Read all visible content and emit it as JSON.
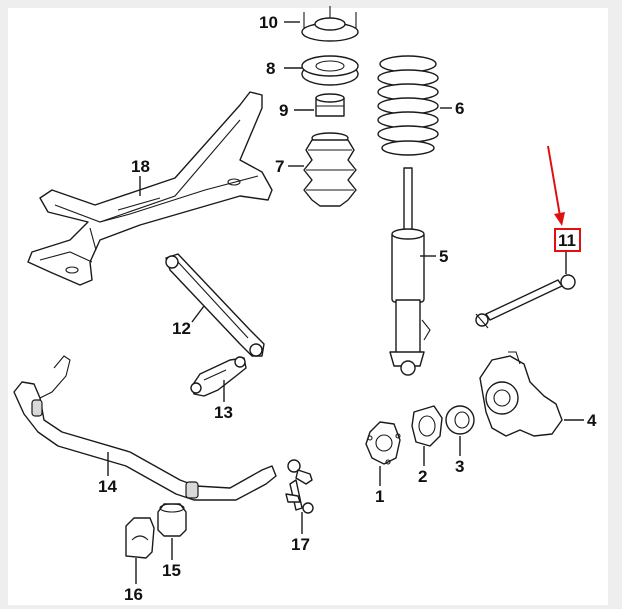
{
  "diagram": {
    "callouts": [
      {
        "id": "c1",
        "label": "1"
      },
      {
        "id": "c2",
        "label": "2"
      },
      {
        "id": "c3",
        "label": "3"
      },
      {
        "id": "c4",
        "label": "4"
      },
      {
        "id": "c5",
        "label": "5"
      },
      {
        "id": "c6",
        "label": "6"
      },
      {
        "id": "c7",
        "label": "7"
      },
      {
        "id": "c8",
        "label": "8"
      },
      {
        "id": "c9",
        "label": "9"
      },
      {
        "id": "c10",
        "label": "10"
      },
      {
        "id": "c11",
        "label": "11"
      },
      {
        "id": "c12",
        "label": "12"
      },
      {
        "id": "c13",
        "label": "13"
      },
      {
        "id": "c14",
        "label": "14"
      },
      {
        "id": "c15",
        "label": "15"
      },
      {
        "id": "c16",
        "label": "16"
      },
      {
        "id": "c17",
        "label": "17"
      },
      {
        "id": "c18",
        "label": "18"
      }
    ],
    "highlight": {
      "callout": "11",
      "box_color": "#e01010",
      "arrow_color": "#e01010"
    }
  }
}
